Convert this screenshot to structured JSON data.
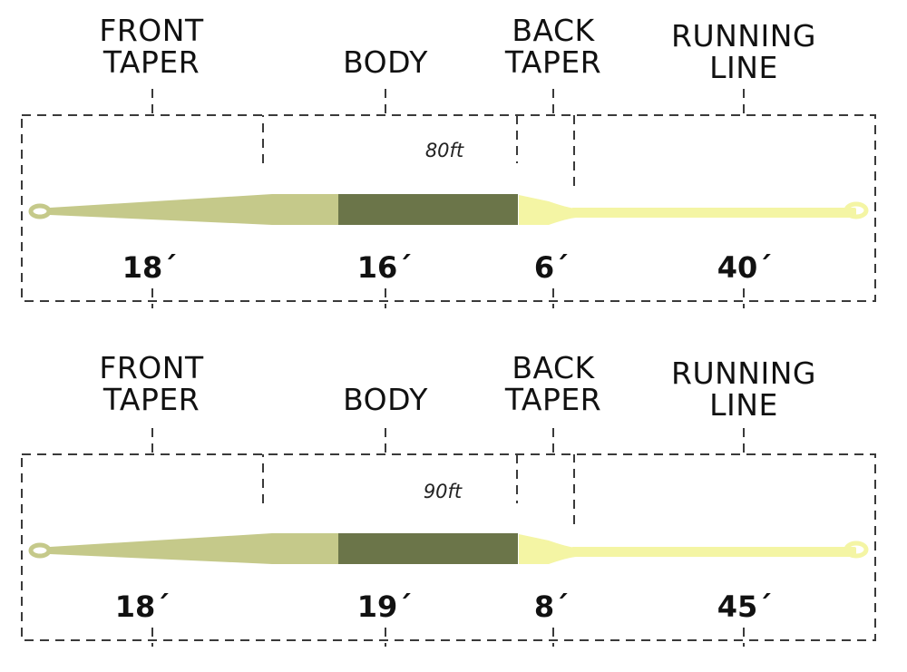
{
  "diagrams": [
    {
      "total_length": "80ft",
      "labels": {
        "front_taper": [
          "FRONT",
          "TAPER"
        ],
        "body": "BODY",
        "back_taper": [
          "BACK",
          "TAPER"
        ],
        "running_line": [
          "RUNNING",
          "LINE"
        ]
      },
      "lengths": {
        "front_taper": "18´",
        "body": "16´",
        "back_taper": "6´",
        "running_line": "40´"
      }
    },
    {
      "total_length": "90ft",
      "labels": {
        "front_taper": [
          "FRONT",
          "TAPER"
        ],
        "body": "BODY",
        "back_taper": [
          "BACK",
          "TAPER"
        ],
        "running_line": [
          "RUNNING",
          "LINE"
        ]
      },
      "lengths": {
        "front_taper": "18´",
        "body": "19´",
        "back_taper": "8´",
        "running_line": "45´"
      }
    }
  ],
  "colors": {
    "front_taper": "#c5c98a",
    "body": "#6b7549",
    "back_taper_and_running_line": "#f4f5a4",
    "dash": "#3a3a3a"
  }
}
